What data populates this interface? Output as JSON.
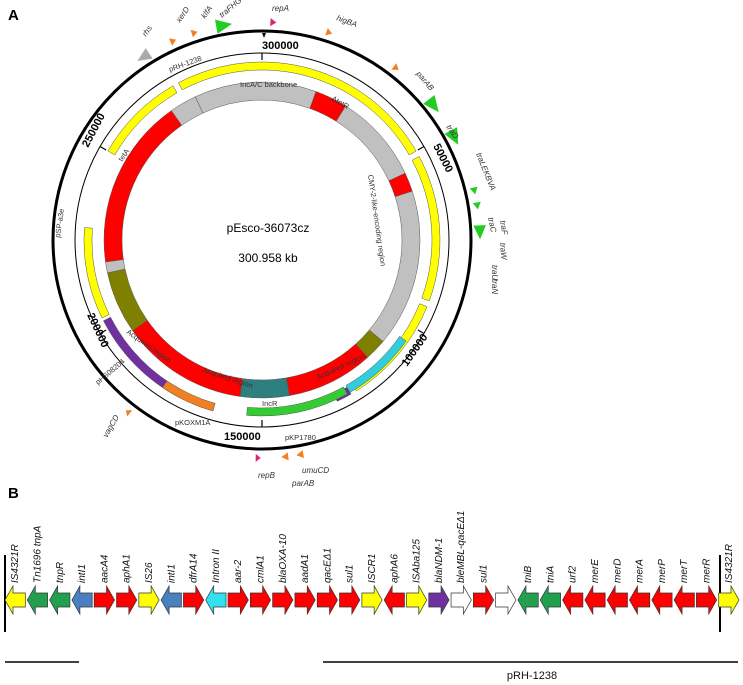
{
  "panel_a": {
    "letter": "A",
    "plasmid_name": "pEsco-36073cz",
    "plasmid_size": "300.958 kb",
    "ticks": [
      "300000",
      "50000",
      "100000",
      "150000",
      "200000",
      "250000"
    ],
    "colors": {
      "yellow": "#ffff00",
      "red": "#ff0000",
      "grey": "#c0c0c0",
      "olive": "#808000",
      "purple": "#7030a0",
      "orange": "#f08020",
      "green": "#33cc33",
      "cyan": "#33ccdd",
      "teal": "#2e7f7f",
      "outer_green": "#22cc22",
      "tri_orange": "#f08020",
      "tri_pink": "#e0207a",
      "tri_grey": "#aaaaaa"
    },
    "inner_labels": {
      "backbone": "IncA/C backbone",
      "cmy": "CMY-2-like-encoding region",
      "incr": "IncR",
      "acquired": "Acquired region",
      "blocks": [
        "tetA",
        "ΔtetR",
        "mercury",
        "sulphonamide"
      ]
    },
    "track_labels": {
      "prh1238": "pRH-1238",
      "psp": "pSP-a3e",
      "phs": "pHS08204",
      "pkox": "pKOXM1A",
      "pkp": "pKP1780"
    },
    "outer_genes": {
      "rhs": "rhs",
      "xerd": "xerD",
      "klfa": "klfA",
      "trafhg": "traFHG",
      "repa": "repA",
      "higba": "higBA",
      "parab_top": "parAB",
      "trad": "traD",
      "tralekbva": "traLEKBVA",
      "trac": "traC",
      "traf": "traF",
      "traw": "traW",
      "trau": "traU",
      "tran": "traN",
      "umucd": "umuCD",
      "parab_bottom": "parAB",
      "repb": "repB",
      "vagcd": "vagCD"
    }
  },
  "panel_b": {
    "letter": "B",
    "genes": [
      {
        "label": "IS4321R",
        "color": "#ffff00",
        "dir": "left"
      },
      {
        "label": "Tn1696 tnpA",
        "color": "#22a050",
        "dir": "left"
      },
      {
        "label": "tnpR",
        "color": "#22a050",
        "dir": "left"
      },
      {
        "label": "intI1",
        "color": "#4a7fc0",
        "dir": "left"
      },
      {
        "label": "aacA4",
        "color": "#ff0000",
        "dir": "right"
      },
      {
        "label": "aphA1",
        "color": "#ff0000",
        "dir": "right"
      },
      {
        "label": "IS26",
        "color": "#ffff00",
        "dir": "right"
      },
      {
        "label": "intI1",
        "color": "#4a7fc0",
        "dir": "left"
      },
      {
        "label": "dfrA14",
        "color": "#ff0000",
        "dir": "right"
      },
      {
        "label": "Intron II",
        "color": "#33e0ee",
        "dir": "left"
      },
      {
        "label": "aar-2",
        "color": "#ff0000",
        "dir": "right"
      },
      {
        "label": "cmlA1",
        "color": "#ff0000",
        "dir": "right"
      },
      {
        "label": "blaOXA-10",
        "color": "#ff0000",
        "dir": "right"
      },
      {
        "label": "aadA1",
        "color": "#ff0000",
        "dir": "right"
      },
      {
        "label": "qacEΔ1",
        "color": "#ff0000",
        "dir": "right"
      },
      {
        "label": "sul1",
        "color": "#ff0000",
        "dir": "right"
      },
      {
        "label": "ISCR1",
        "color": "#ffff00",
        "dir": "right"
      },
      {
        "label": "aphA6",
        "color": "#ff0000",
        "dir": "left"
      },
      {
        "label": "ISAba125",
        "color": "#ffff00",
        "dir": "right"
      },
      {
        "label": "blaNDM-1",
        "color": "#7030a0",
        "dir": "right"
      },
      {
        "label": "bleMBL-qacEΔ1",
        "color": "#ffffff",
        "dir": "right"
      },
      {
        "label": "sul1",
        "color": "#ff0000",
        "dir": "right"
      },
      {
        "label": "",
        "color": "#ffffff",
        "dir": "right"
      },
      {
        "label": "tniB",
        "color": "#22a050",
        "dir": "left"
      },
      {
        "label": "tniA",
        "color": "#22a050",
        "dir": "left"
      },
      {
        "label": "urf2",
        "color": "#ff0000",
        "dir": "left"
      },
      {
        "label": "merE",
        "color": "#ff0000",
        "dir": "left"
      },
      {
        "label": "merD",
        "color": "#ff0000",
        "dir": "left"
      },
      {
        "label": "merA",
        "color": "#ff0000",
        "dir": "left"
      },
      {
        "label": "merP",
        "color": "#ff0000",
        "dir": "left"
      },
      {
        "label": "merT",
        "color": "#ff0000",
        "dir": "left"
      },
      {
        "label": "merR",
        "color": "#ff0000",
        "dir": "right"
      },
      {
        "label": "IS4321R",
        "color": "#ffff00",
        "dir": "right"
      }
    ],
    "bar_label": "pRH-1238"
  }
}
